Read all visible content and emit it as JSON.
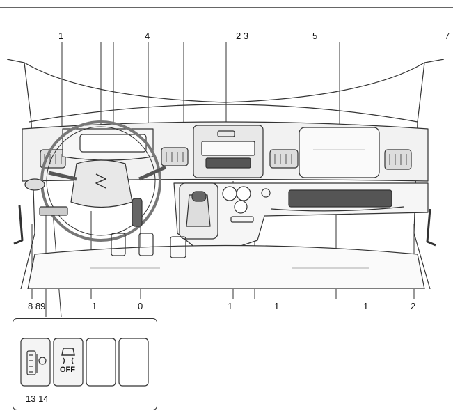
{
  "callouts_top": [
    "1",
    "4",
    "2 3",
    "5",
    "7"
  ],
  "callouts_bottom": [
    "8 89",
    "1",
    "0",
    "1",
    "1",
    "1",
    "2"
  ],
  "inset_callout": "13 14",
  "off_switch_label": "OFF",
  "icons": [
    "steering-wheel-icon",
    "suzuki-logo-icon",
    "headlight-leveling-icon",
    "traction-control-off-icon"
  ],
  "colors": {
    "line": "#333333",
    "panel_fill": "#ececec",
    "dark_fill": "#555555",
    "background": "#ffffff"
  }
}
